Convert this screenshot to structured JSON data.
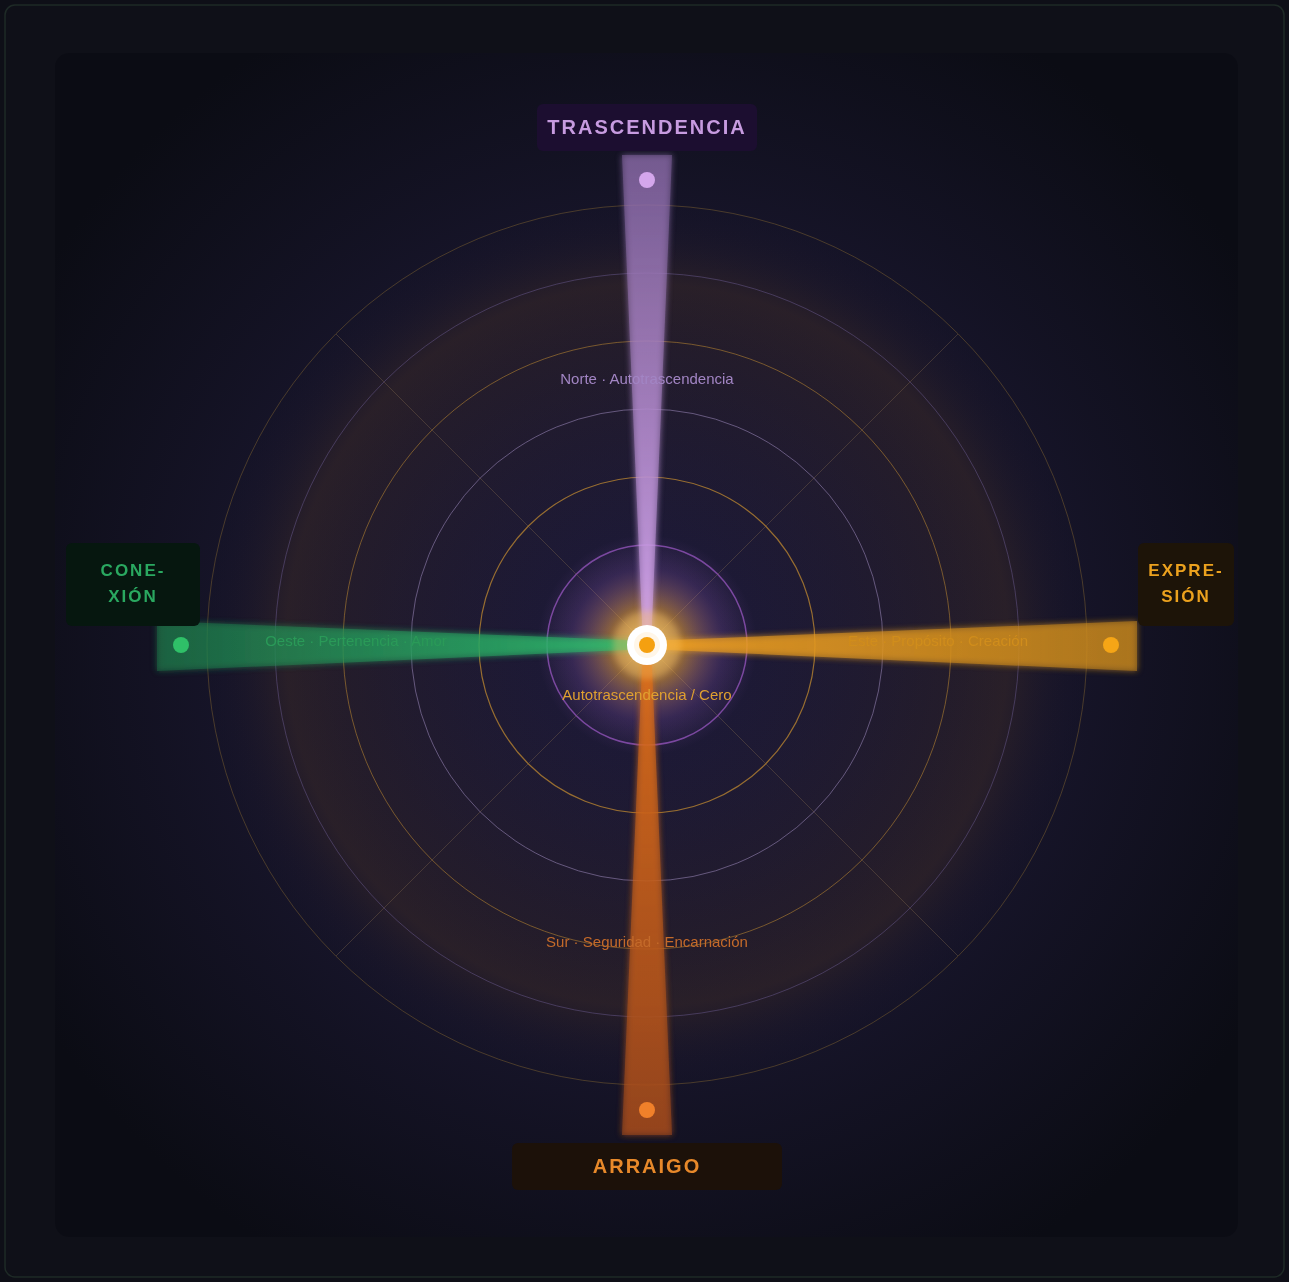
{
  "diagram": {
    "nodes": [
      {
        "text": [
          "TRASCENDENCIA"
        ]
      },
      {
        "text": [
          "CONE- XIÓN"
        ]
      },
      {
        "text": [
          "EXPRE- SIÓN"
        ]
      },
      {
        "text": [
          "ARRAIGO"
        ]
      }
    ],
    "labels": [
      "Norte · Autotrascendencia",
      "Oeste · Pertenencia · Amor",
      "Este · Propósito · Creación",
      "Autotrascendencia / Cero",
      "Sur · Seguridad · Encarnación"
    ]
  }
}
